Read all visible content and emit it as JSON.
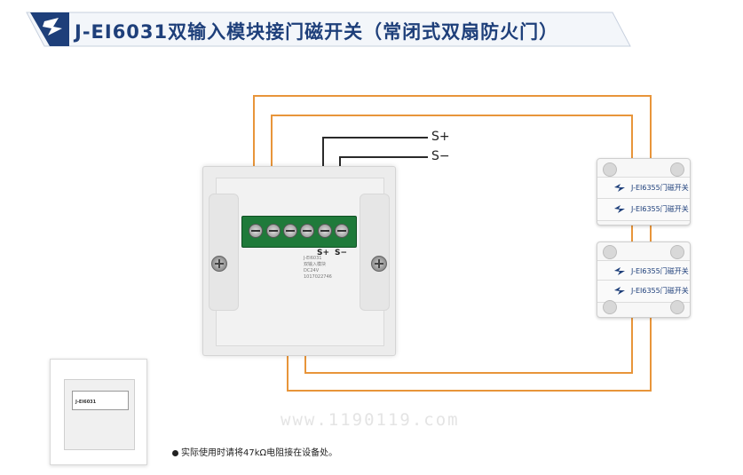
{
  "header": {
    "title": "J-EI6031双输入模块接门磁开关（常闭式双扇防火门）",
    "title_color": "#1e3f7a",
    "banner_color": "#1e3f7a",
    "logo_icon": "company-logo-icon"
  },
  "wiring": {
    "wire_color": "#e8953a",
    "signal_wire_color": "#2a2a2a",
    "s_plus_label": "S+",
    "s_minus_label": "S−"
  },
  "module": {
    "name": "J-EI6031",
    "terminal_s_plus": "S+",
    "terminal_s_minus": "S−",
    "terminal_color": "#1f7a3a",
    "pcb_lines": [
      "J-EI6031",
      "双输入模块",
      "DC24V",
      "1017022746"
    ]
  },
  "sensors": [
    {
      "label": "J-EI6355门磁开关"
    },
    {
      "label": "J-EI6355门磁开关"
    },
    {
      "label": "J-EI6355门磁开关"
    },
    {
      "label": "J-EI6355门磁开关"
    }
  ],
  "thumbnail": {
    "label": "J-EI6031"
  },
  "watermark": "www.1190119.com",
  "note": "实际使用时请将47kΩ电阻接在设备处。"
}
